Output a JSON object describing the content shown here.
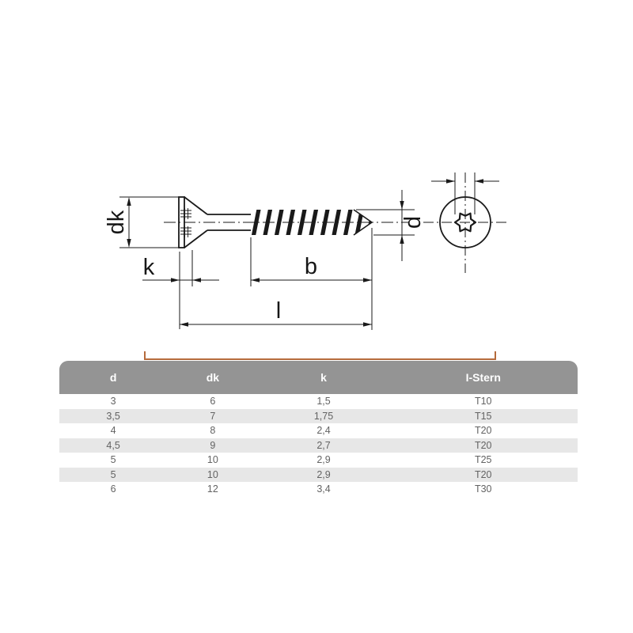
{
  "drawing": {
    "labels": {
      "head_diameter": "dk",
      "head_height": "k",
      "thread_length": "b",
      "total_length": "l",
      "shank_diameter": "d"
    }
  },
  "colors": {
    "accent_rule": "#b56a3c",
    "table_header_bg": "#949494",
    "table_header_text": "#ffffff",
    "table_stripe_bg": "#e7e7e7",
    "table_cell_text": "#636363",
    "line_color": "#1a1a1a"
  },
  "table": {
    "headers": [
      "d",
      "dk",
      "k",
      "I-Stern"
    ],
    "rows": [
      [
        "3",
        "6",
        "1,5",
        "T10"
      ],
      [
        "3,5",
        "7",
        "1,75",
        "T15"
      ],
      [
        "4",
        "8",
        "2,4",
        "T20"
      ],
      [
        "4,5",
        "9",
        "2,7",
        "T20"
      ],
      [
        "5",
        "10",
        "2,9",
        "T25"
      ],
      [
        "5",
        "10",
        "2,9",
        "T20"
      ],
      [
        "6",
        "12",
        "3,4",
        "T30"
      ]
    ]
  }
}
